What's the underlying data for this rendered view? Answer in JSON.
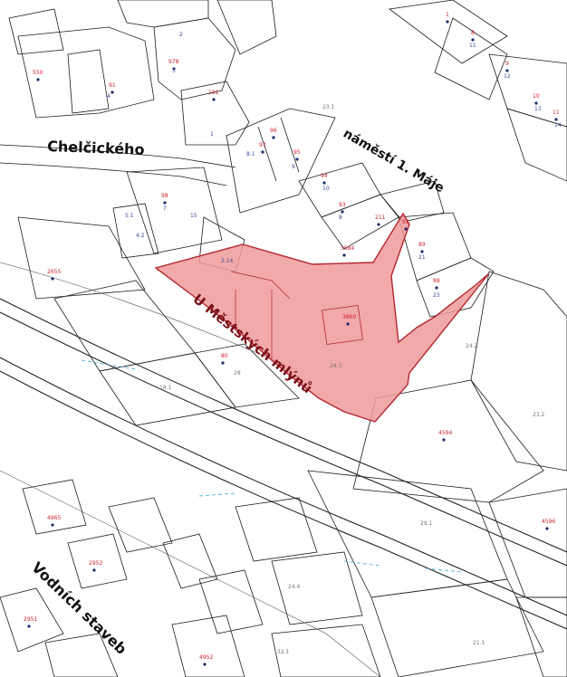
{
  "colors": {
    "highlight_fill": "#f09a9a",
    "highlight_stroke": "#b3262e",
    "house_number": "#cc1f2a",
    "parcel_number": "#3a4a9c",
    "water_line": "#3aa4d8"
  },
  "streets": {
    "chelcickeho": "Chelčického",
    "namesti": "náměstí 1. Máje",
    "mlyny": "U Městských mlýnů",
    "vodnich_staveb": "Vodních staveb"
  },
  "house_numbers": [
    "550",
    "91",
    "978",
    "181",
    "96",
    "97",
    "95",
    "94",
    "98",
    "93",
    "211",
    "92",
    "3584",
    "89",
    "88",
    "2655",
    "80",
    "1",
    "8",
    "9",
    "10",
    "11",
    "4594",
    "4596",
    "3860",
    "4965",
    "2952",
    "2951",
    "4952"
  ],
  "parcel_numbers": [
    "3",
    "4",
    "11",
    "12",
    "13",
    "14",
    "1",
    "8.1",
    "9",
    "10",
    "8",
    "7",
    "5.1",
    "21",
    "23",
    "15",
    "2",
    "4.2",
    "2.14"
  ],
  "plot_numbers": [
    "23.1",
    "24.2",
    "24.3",
    "28",
    "18.1",
    "29.1",
    "23.2",
    "21.1",
    "24.4",
    "32.1"
  ]
}
